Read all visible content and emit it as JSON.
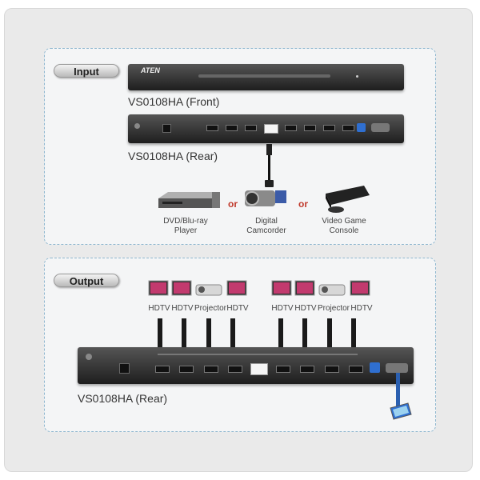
{
  "input": {
    "badge": "Input",
    "front_caption": "VS0108HA (Front)",
    "rear_caption": "VS0108HA (Rear)",
    "brand": "ATEN",
    "sources": [
      {
        "label": "DVD/Blu-ray Player",
        "icon": "dvd-player-icon"
      },
      {
        "label": "Digital Camcorder",
        "icon": "camcorder-icon"
      },
      {
        "label": "Video Game Console",
        "icon": "game-console-icon"
      }
    ],
    "or_1": "or",
    "or_2": "or"
  },
  "output": {
    "badge": "Output",
    "rear_caption": "VS0108HA (Rear)",
    "displays": [
      "HDTV",
      "HDTV",
      "Projector",
      "HDTV",
      "HDTV",
      "HDTV",
      "Projector",
      "HDTV"
    ]
  },
  "colors": {
    "panel_border": "#8fb7cf",
    "or_text": "#c0392b",
    "device_body": "#2a2a2a"
  }
}
